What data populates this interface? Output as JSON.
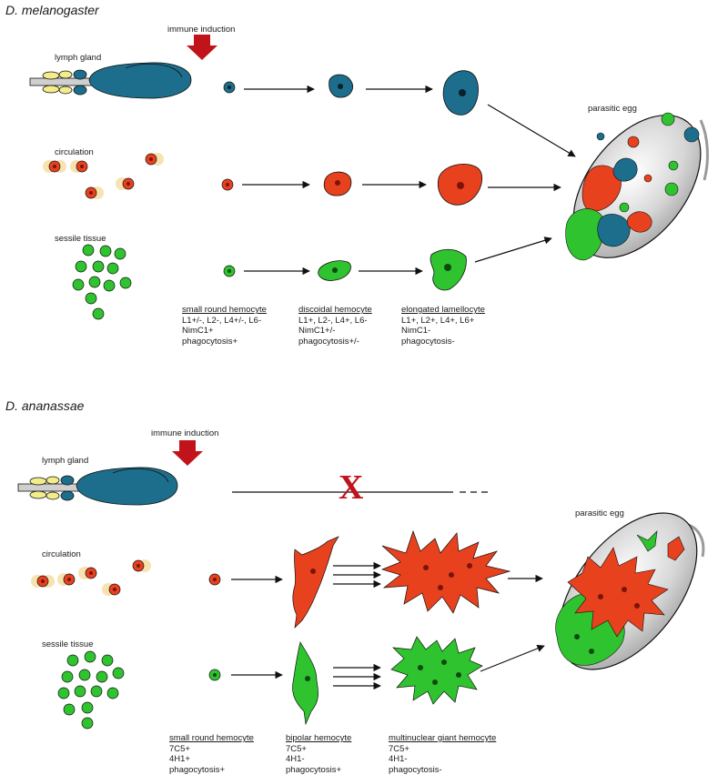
{
  "panels": [
    {
      "species": "D. melanogaster",
      "induction": "immune induction",
      "lymph_gland": "lymph gland",
      "circulation": "circulation",
      "sessile": "sessile tissue",
      "egg": "parasitic egg",
      "captions": [
        {
          "title": "small round hemocyte",
          "lines": [
            "L1+/-, L2-, L4+/-, L6-",
            "NimC1+",
            "phagocytosis+"
          ]
        },
        {
          "title": "discoidal hemocyte",
          "lines": [
            "L1+, L2-, L4+, L6-",
            "NimC1+/-",
            "phagocytosis+/-"
          ]
        },
        {
          "title": "elongated lamellocyte",
          "lines": [
            "L1+, L2+, L4+, L6+",
            "NimC1-",
            "phagocytosis-"
          ]
        }
      ]
    },
    {
      "species": "D. ananassae",
      "induction": "immune induction",
      "lymph_gland": "lymph gland",
      "circulation": "circulation",
      "sessile": "sessile tissue",
      "egg": "parasitic egg",
      "blocked_mark": "X",
      "captions": [
        {
          "title": "small round hemocyte",
          "lines": [
            "7C5+",
            "4H1+",
            "phagocytosis+"
          ]
        },
        {
          "title": "bipolar hemocyte",
          "lines": [
            "7C5+",
            "4H1-",
            "phagocytosis+"
          ]
        },
        {
          "title": "multinuclear giant hemocyte",
          "lines": [
            "7C5+",
            "4H1-",
            "phagocytosis-"
          ]
        }
      ]
    }
  ],
  "colors": {
    "blue": "#1c6e8c",
    "red": "#e8411e",
    "green": "#2fc32f",
    "arrow_red": "#c0141a"
  }
}
